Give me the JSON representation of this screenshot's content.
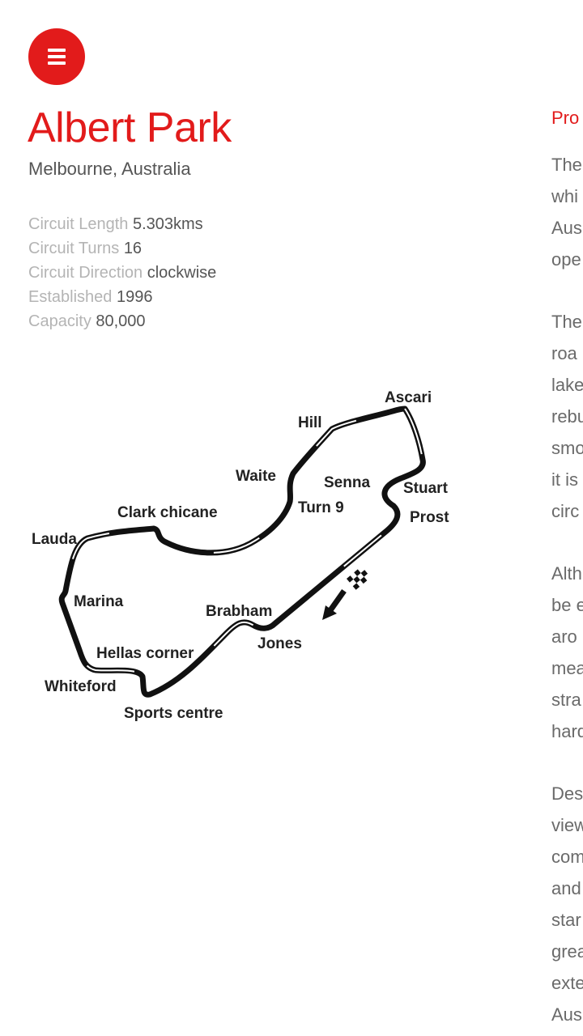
{
  "menu": {
    "icon": "hamburger-menu-icon"
  },
  "circuit": {
    "name": "Albert Park",
    "location": "Melbourne, Australia",
    "specs": [
      {
        "label": "Circuit Length",
        "value": "5.303kms"
      },
      {
        "label": "Circuit Turns",
        "value": "16"
      },
      {
        "label": "Circuit Direction",
        "value": "clockwise"
      },
      {
        "label": "Established",
        "value": "1996"
      },
      {
        "label": "Capacity",
        "value": "80,000"
      }
    ]
  },
  "map_labels": {
    "ascari": "Ascari",
    "hill": "Hill",
    "waite": "Waite",
    "senna": "Senna",
    "stuart": "Stuart",
    "turn9": "Turn 9",
    "prost": "Prost",
    "clark": "Clark chicane",
    "lauda": "Lauda",
    "marina": "Marina",
    "brabham": "Brabham",
    "jones": "Jones",
    "hellas": "Hellas corner",
    "whiteford": "Whiteford",
    "sports": "Sports centre"
  },
  "profile": {
    "heading": "Pro",
    "paragraphs": [
      [
        "The",
        "whi",
        "Aus",
        "ope"
      ],
      [
        "The",
        "roa",
        "lake",
        "rebu",
        "smo",
        "it is",
        "circ"
      ],
      [
        "Alth",
        "be e",
        "aro",
        "mea",
        "stra",
        "hard"
      ],
      [
        "Des",
        "view",
        "com",
        "and",
        "star",
        "grea",
        "exte",
        "Aus"
      ]
    ]
  },
  "colors": {
    "accent": "#e21b1b",
    "label_grey": "#b4b4b4",
    "text_grey": "#555555"
  }
}
